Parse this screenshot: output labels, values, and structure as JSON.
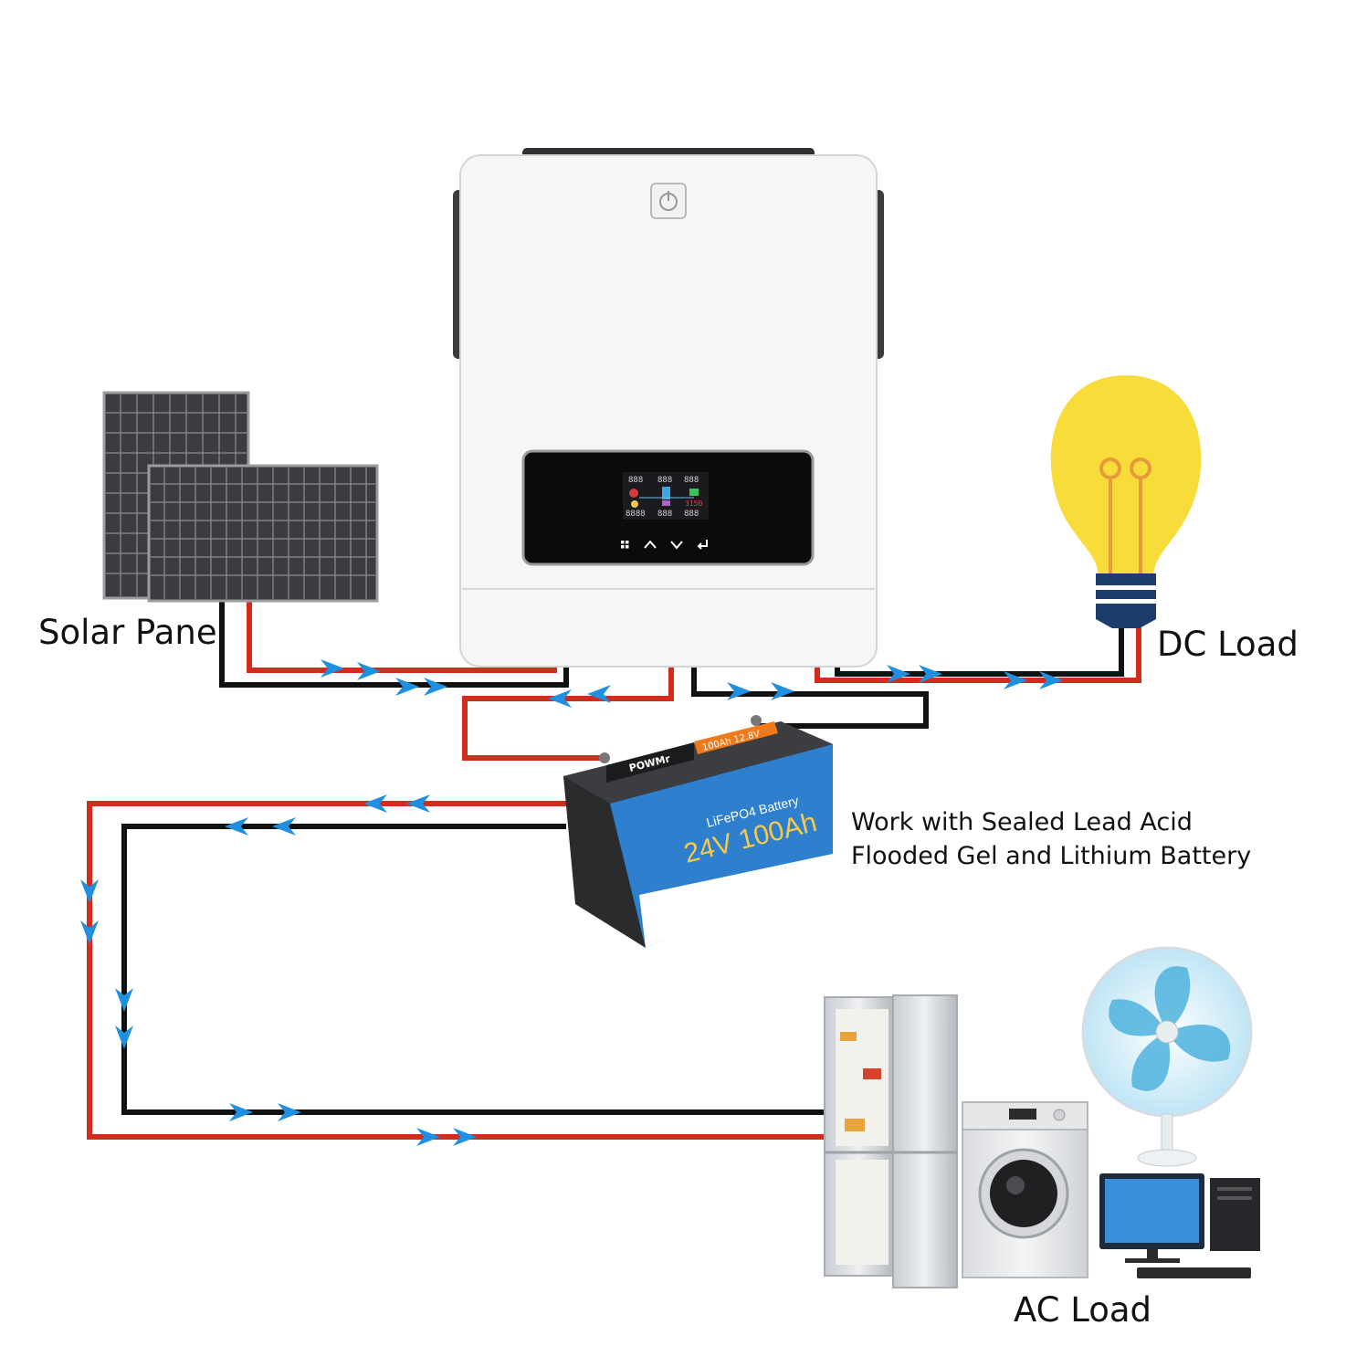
{
  "labels": {
    "solar_panel": "Solar Panel",
    "dc_load": "DC Load",
    "ac_load": "AC Load",
    "battery_note_line1": "Work with Sealed Lead Acid",
    "battery_note_line2": "Flooded Gel and Lithium Battery"
  },
  "battery": {
    "brand": "POWMr",
    "badge": "100Ah 12.8V",
    "chemistry": "LiFePO4 Battery",
    "rating": "24V 100Ah"
  },
  "inverter": {
    "lcd_top": [
      "888",
      "888",
      "888"
    ],
    "lcd_bottom": [
      "8888",
      "888",
      "888"
    ],
    "lcd_value": "3150",
    "button_icons": [
      "menu-icon",
      "up-arrow-icon",
      "down-arrow-icon",
      "enter-icon"
    ]
  },
  "colors": {
    "positive_wire": "#d42b1e",
    "negative_wire": "#111111",
    "flow_arrow": "#1f8fe0",
    "bulb": "#f7dc3a",
    "battery_blue": "#2f7fcf",
    "battery_orange": "#f07a1a"
  }
}
